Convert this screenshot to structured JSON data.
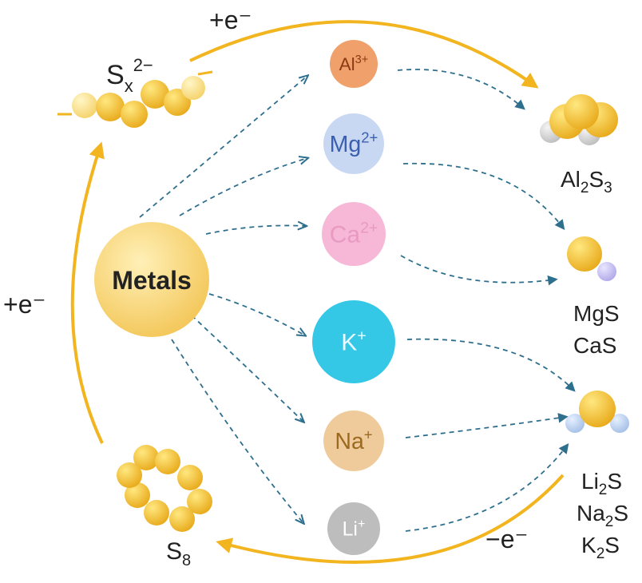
{
  "colors": {
    "gold_arc": "#F2B51F",
    "dash_arrow": "#2F6F8E",
    "metals_fill": "#F8D77A",
    "sulfur_atom": "#F5C533",
    "label_text": "#222222"
  },
  "center": {
    "label": "Metals"
  },
  "ions": [
    {
      "base": "Al",
      "sup": "3+",
      "fill": "#F0A06A",
      "text": "#8B3A15"
    },
    {
      "base": "Mg",
      "sup": "2+",
      "fill": "#C9D8F2",
      "text": "#3A5FB0"
    },
    {
      "base": "Ca",
      "sup": "2+",
      "fill": "#F6B8D6",
      "text": "#E89AC0"
    },
    {
      "base": "K",
      "sup": "+",
      "fill": "#35C8E6",
      "text": "#E8FAFF"
    },
    {
      "base": "Na",
      "sup": "+",
      "fill": "#EFCB9B",
      "text": "#9B6A1F"
    },
    {
      "base": "Li",
      "sup": "+",
      "fill": "#BDBDBD",
      "text": "#FFFFFF"
    }
  ],
  "products": {
    "al": [
      {
        "t": "Al"
      },
      {
        "t": "2",
        "sub": true
      },
      {
        "t": "S"
      },
      {
        "t": "3",
        "sub": true
      }
    ],
    "mg_ca": [
      "MgS",
      "CaS"
    ],
    "alkali": [
      [
        {
          "t": "Li"
        },
        {
          "t": "2",
          "sub": true
        },
        {
          "t": "S"
        }
      ],
      [
        {
          "t": "Na"
        },
        {
          "t": "2",
          "sub": true
        },
        {
          "t": "S"
        }
      ],
      [
        {
          "t": "K"
        },
        {
          "t": "2",
          "sub": true
        },
        {
          "t": "S"
        }
      ]
    ]
  },
  "cycle_labels": {
    "top": "+e⁻",
    "left": "+e⁻",
    "bottom_right": "−e⁻"
  },
  "species": {
    "polysulfide": {
      "base": "S",
      "sub": "x",
      "sup": "2−"
    },
    "s8": {
      "base": "S",
      "sub": "8"
    }
  }
}
